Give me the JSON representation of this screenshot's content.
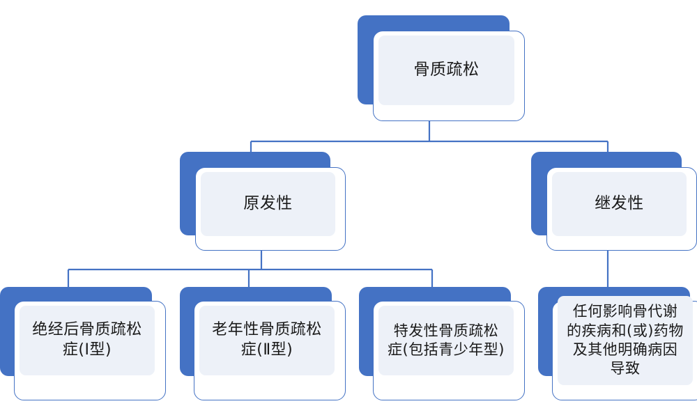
{
  "diagram": {
    "type": "hierarchy-tree",
    "title_node": "骨质疏松",
    "orientation": "top-down",
    "levels": 3,
    "colors": {
      "accent_blue": "#4472C4",
      "card_fill": "#FFFFFF",
      "inner_fill": "#EDF1F8",
      "border": "#4472C4",
      "text": "#1A1A1A",
      "background": "#FFFFFF"
    },
    "nodes": {
      "root": {
        "label": "骨质疏松"
      },
      "primary": {
        "label": "原发性"
      },
      "secondary": {
        "label": "继发性"
      },
      "primary_child_1": {
        "label": "绝经后骨质疏松\n症(Ⅰ型)"
      },
      "primary_child_2": {
        "label": "老年性骨质疏松\n症(Ⅱ型)"
      },
      "primary_child_3": {
        "label": "特发性骨质疏松\n症(包括青少年型)"
      },
      "secondary_child_1": {
        "label": "任何影响骨代谢\n的疾病和(或)药物\n及其他明确病因\n导致"
      }
    }
  }
}
